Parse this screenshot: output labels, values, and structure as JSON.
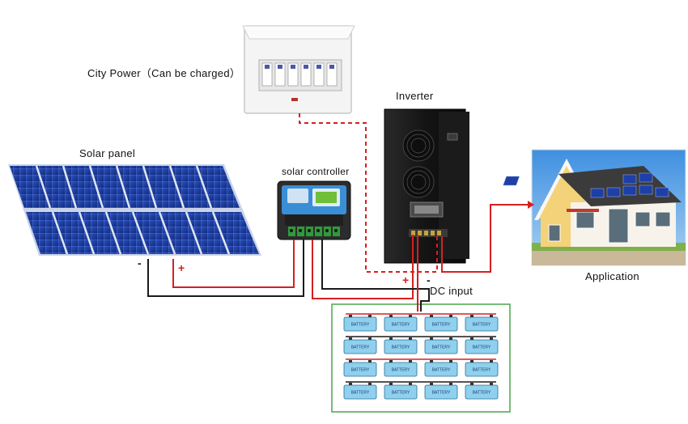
{
  "labels": {
    "city_power": "City Power（Can be charged）",
    "solar_panel": "Solar  panel",
    "solar_controller": "solar  controller",
    "inverter": "Inverter",
    "dc_input": "DC input",
    "application": "Application"
  },
  "signs": {
    "panel_neg": "-",
    "panel_pos": "+",
    "inverter_pos": "+",
    "inverter_neg": "-"
  },
  "battery": {
    "label": "BATTERY",
    "rows": 4,
    "cols": 4
  },
  "colors": {
    "positive_wire": "#d62020",
    "negative_wire": "#1a1a1a",
    "ac_wire": "#d62020",
    "battery_frame": "#4aa64a",
    "battery_body": "#8fd0ef",
    "panel_cell": "#1d3fa6"
  }
}
